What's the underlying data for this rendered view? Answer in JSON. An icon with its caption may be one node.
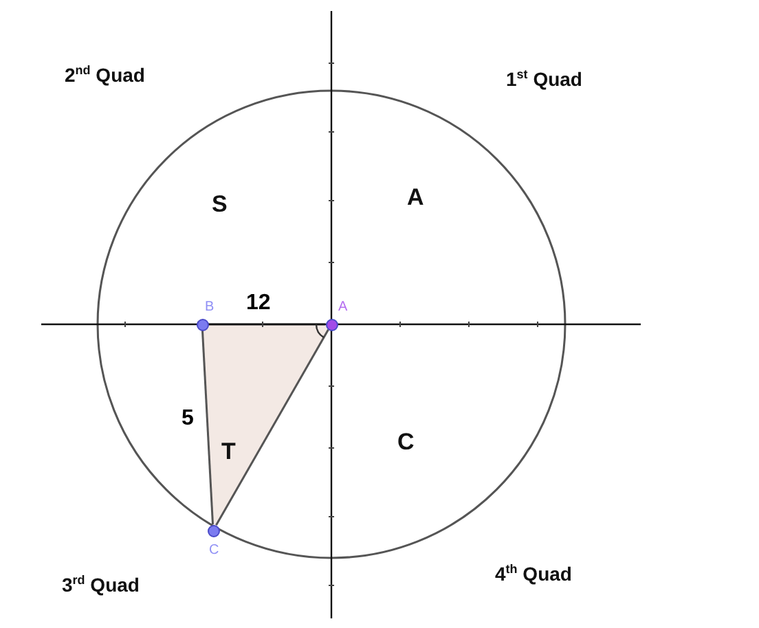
{
  "diagram": {
    "nodes": [
      {
        "text": [
          "B"
        ]
      },
      {
        "text": [
          "A"
        ]
      },
      {
        "text": [
          "C"
        ]
      }
    ],
    "edges": [
      {
        "from": 0,
        "to": 1,
        "arrow": "none",
        "label": "12"
      },
      {
        "from": 0,
        "to": 2,
        "arrow": "none",
        "label": "5"
      },
      {
        "from": 2,
        "to": 1,
        "arrow": "none"
      }
    ],
    "labels": [
      "2$^{nd}$ Quad",
      "1$^{st}$ Quad",
      "S",
      "A",
      "T",
      "C",
      "3$^{rd}$ Quad",
      "4$^{th}$ Quad"
    ]
  }
}
